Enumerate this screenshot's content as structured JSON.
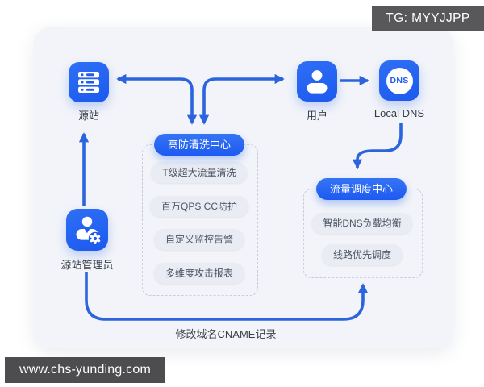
{
  "overlay": {
    "badge": "TG: MYYJJPP",
    "watermark": "www.chs-yunding.com"
  },
  "nodes": {
    "origin": {
      "label": "源站"
    },
    "user": {
      "label": "用户"
    },
    "local_dns": {
      "label": "Local DNS",
      "icon_text": "DNS"
    },
    "origin_admin": {
      "label": "源站管理员"
    }
  },
  "scrub_center": {
    "title": "高防清洗中心",
    "items": [
      "T级超大流量清洗",
      "百万QPS CC防护",
      "自定义监控告警",
      "多维度攻击报表"
    ]
  },
  "scheduler_center": {
    "title": "流量调度中心",
    "items": [
      "智能DNS负载均衡",
      "线路优先调度"
    ]
  },
  "annotations": {
    "cname_note": "修改域名CNAME记录"
  },
  "colors": {
    "accent_blue": "#2164f1",
    "arrow_blue": "#2c64dd",
    "panel_bg": "#f2f4f9",
    "badge_bg": "#58585a",
    "watermark_bg": "#4d4d4f"
  }
}
